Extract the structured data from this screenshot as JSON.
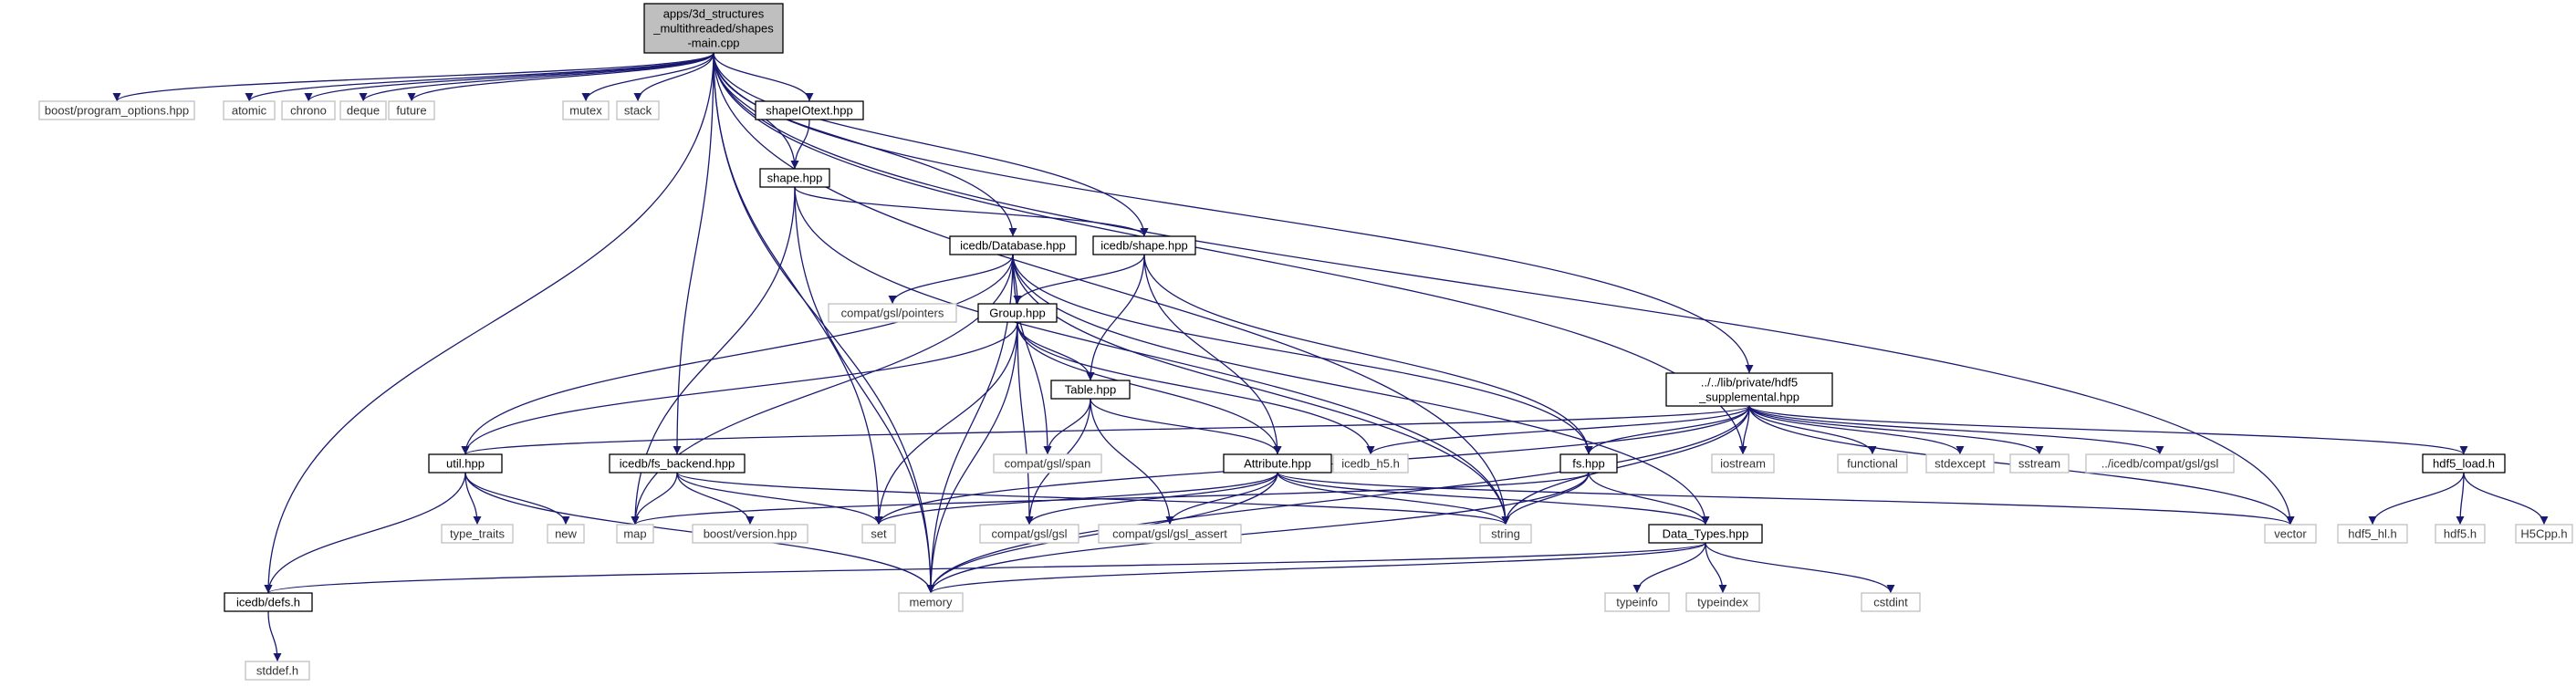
{
  "nodes": [
    {
      "id": "main",
      "lines": [
        "apps/3d_structures",
        "_multithreaded/shapes",
        "-main.cpp"
      ],
      "style": "root"
    },
    {
      "id": "defs",
      "lines": [
        "icedb/defs.h"
      ],
      "style": "local"
    },
    {
      "id": "boost_po",
      "lines": [
        "boost/program_options.hpp"
      ],
      "style": "system"
    },
    {
      "id": "atomic",
      "lines": [
        "atomic"
      ],
      "style": "system"
    },
    {
      "id": "chrono",
      "lines": [
        "chrono"
      ],
      "style": "system"
    },
    {
      "id": "deque",
      "lines": [
        "deque"
      ],
      "style": "system"
    },
    {
      "id": "future",
      "lines": [
        "future"
      ],
      "style": "system"
    },
    {
      "id": "mutex",
      "lines": [
        "mutex"
      ],
      "style": "system"
    },
    {
      "id": "stack",
      "lines": [
        "stack"
      ],
      "style": "system"
    },
    {
      "id": "shapeiotext",
      "lines": [
        "shapeIOtext.hpp"
      ],
      "style": "local"
    },
    {
      "id": "shape",
      "lines": [
        "shape.hpp"
      ],
      "style": "local"
    },
    {
      "id": "database",
      "lines": [
        "icedb/Database.hpp"
      ],
      "style": "local"
    },
    {
      "id": "icedbshape",
      "lines": [
        "icedb/shape.hpp"
      ],
      "style": "local"
    },
    {
      "id": "pointers",
      "lines": [
        "compat/gsl/pointers"
      ],
      "style": "system"
    },
    {
      "id": "group",
      "lines": [
        "Group.hpp"
      ],
      "style": "local"
    },
    {
      "id": "table",
      "lines": [
        "Table.hpp"
      ],
      "style": "local"
    },
    {
      "id": "span",
      "lines": [
        "compat/gsl/span"
      ],
      "style": "system"
    },
    {
      "id": "hdf5supp",
      "lines": [
        "../../lib/private/hdf5",
        "_supplemental.hpp"
      ],
      "style": "local"
    },
    {
      "id": "util",
      "lines": [
        "util.hpp"
      ],
      "style": "local"
    },
    {
      "id": "fsbackend",
      "lines": [
        "icedb/fs_backend.hpp"
      ],
      "style": "local"
    },
    {
      "id": "attribute",
      "lines": [
        "Attribute.hpp"
      ],
      "style": "local"
    },
    {
      "id": "icedbh5",
      "lines": [
        "icedb_h5.h"
      ],
      "style": "system"
    },
    {
      "id": "fs",
      "lines": [
        "fs.hpp"
      ],
      "style": "local"
    },
    {
      "id": "iostream",
      "lines": [
        "iostream"
      ],
      "style": "system"
    },
    {
      "id": "functional",
      "lines": [
        "functional"
      ],
      "style": "system"
    },
    {
      "id": "stdexcept",
      "lines": [
        "stdexcept"
      ],
      "style": "system"
    },
    {
      "id": "sstream",
      "lines": [
        "sstream"
      ],
      "style": "system"
    },
    {
      "id": "compatgslgsl2",
      "lines": [
        "../icedb/compat/gsl/gsl"
      ],
      "style": "system"
    },
    {
      "id": "hdf5load",
      "lines": [
        "hdf5_load.h"
      ],
      "style": "local"
    },
    {
      "id": "typetraits",
      "lines": [
        "type_traits"
      ],
      "style": "system"
    },
    {
      "id": "new",
      "lines": [
        "new"
      ],
      "style": "system"
    },
    {
      "id": "map",
      "lines": [
        "map"
      ],
      "style": "system"
    },
    {
      "id": "boostversion",
      "lines": [
        "boost/version.hpp"
      ],
      "style": "system"
    },
    {
      "id": "set",
      "lines": [
        "set"
      ],
      "style": "system"
    },
    {
      "id": "gslgsl",
      "lines": [
        "compat/gsl/gsl"
      ],
      "style": "system"
    },
    {
      "id": "gslassert",
      "lines": [
        "compat/gsl/gsl_assert"
      ],
      "style": "system"
    },
    {
      "id": "string",
      "lines": [
        "string"
      ],
      "style": "system"
    },
    {
      "id": "datatypes",
      "lines": [
        "Data_Types.hpp"
      ],
      "style": "local"
    },
    {
      "id": "vector",
      "lines": [
        "vector"
      ],
      "style": "system"
    },
    {
      "id": "hdf5hl",
      "lines": [
        "hdf5_hl.h"
      ],
      "style": "system"
    },
    {
      "id": "hdf5h",
      "lines": [
        "hdf5.h"
      ],
      "style": "system"
    },
    {
      "id": "h5cpp",
      "lines": [
        "H5Cpp.h"
      ],
      "style": "system"
    },
    {
      "id": "memory",
      "lines": [
        "memory"
      ],
      "style": "system"
    },
    {
      "id": "typeinfo",
      "lines": [
        "typeinfo"
      ],
      "style": "system"
    },
    {
      "id": "typeindex",
      "lines": [
        "typeindex"
      ],
      "style": "system"
    },
    {
      "id": "cstdint",
      "lines": [
        "cstdint"
      ],
      "style": "system"
    },
    {
      "id": "stddef",
      "lines": [
        "stddef.h"
      ],
      "style": "system"
    }
  ],
  "edges": [
    [
      "main",
      "defs"
    ],
    [
      "main",
      "boost_po"
    ],
    [
      "main",
      "atomic"
    ],
    [
      "main",
      "chrono"
    ],
    [
      "main",
      "deque"
    ],
    [
      "main",
      "future"
    ],
    [
      "main",
      "memory"
    ],
    [
      "main",
      "mutex"
    ],
    [
      "main",
      "fsbackend"
    ],
    [
      "main",
      "set"
    ],
    [
      "main",
      "stack"
    ],
    [
      "main",
      "shape"
    ],
    [
      "main",
      "shapeiotext"
    ],
    [
      "main",
      "database"
    ],
    [
      "main",
      "icedbshape"
    ],
    [
      "main",
      "iostream"
    ],
    [
      "main",
      "string"
    ],
    [
      "main",
      "hdf5supp"
    ],
    [
      "main",
      "vector"
    ],
    [
      "shapeiotext",
      "shape"
    ],
    [
      "shape",
      "icedbshape"
    ],
    [
      "shape",
      "map"
    ],
    [
      "shape",
      "memory"
    ],
    [
      "shape",
      "string"
    ],
    [
      "database",
      "util"
    ],
    [
      "database",
      "memory"
    ],
    [
      "database",
      "map"
    ],
    [
      "database",
      "pointers"
    ],
    [
      "database",
      "group"
    ],
    [
      "database",
      "span"
    ],
    [
      "database",
      "string"
    ],
    [
      "database",
      "fs"
    ],
    [
      "database",
      "datatypes"
    ],
    [
      "icedbshape",
      "group"
    ],
    [
      "icedbshape",
      "table"
    ],
    [
      "icedbshape",
      "attribute"
    ],
    [
      "icedbshape",
      "fs"
    ],
    [
      "group",
      "util"
    ],
    [
      "group",
      "set"
    ],
    [
      "group",
      "table"
    ],
    [
      "group",
      "attribute"
    ],
    [
      "group",
      "gslgsl"
    ],
    [
      "group",
      "memory"
    ],
    [
      "group",
      "icedbh5"
    ],
    [
      "table",
      "span"
    ],
    [
      "table",
      "attribute"
    ],
    [
      "table",
      "gslgsl"
    ],
    [
      "table",
      "gslassert"
    ],
    [
      "hdf5supp",
      "util"
    ],
    [
      "hdf5supp",
      "set"
    ],
    [
      "hdf5supp",
      "icedbh5"
    ],
    [
      "hdf5supp",
      "fs"
    ],
    [
      "hdf5supp",
      "iostream"
    ],
    [
      "hdf5supp",
      "string"
    ],
    [
      "hdf5supp",
      "memory"
    ],
    [
      "hdf5supp",
      "functional"
    ],
    [
      "hdf5supp",
      "stdexcept"
    ],
    [
      "hdf5supp",
      "sstream"
    ],
    [
      "hdf5supp",
      "compatgslgsl2"
    ],
    [
      "hdf5supp",
      "vector"
    ],
    [
      "hdf5supp",
      "hdf5load"
    ],
    [
      "util",
      "typetraits"
    ],
    [
      "util",
      "new"
    ],
    [
      "util",
      "defs"
    ],
    [
      "util",
      "memory"
    ],
    [
      "fsbackend",
      "map"
    ],
    [
      "fsbackend",
      "boostversion"
    ],
    [
      "fsbackend",
      "set"
    ],
    [
      "fsbackend",
      "string"
    ],
    [
      "attribute",
      "set"
    ],
    [
      "attribute",
      "gslgsl"
    ],
    [
      "attribute",
      "gslassert"
    ],
    [
      "attribute",
      "string"
    ],
    [
      "attribute",
      "memory"
    ],
    [
      "attribute",
      "datatypes"
    ],
    [
      "attribute",
      "vector"
    ],
    [
      "fs",
      "map"
    ],
    [
      "fs",
      "string"
    ],
    [
      "fs",
      "memory"
    ],
    [
      "fs",
      "datatypes"
    ],
    [
      "datatypes",
      "defs"
    ],
    [
      "datatypes",
      "memory"
    ],
    [
      "datatypes",
      "typeinfo"
    ],
    [
      "datatypes",
      "typeindex"
    ],
    [
      "datatypes",
      "cstdint"
    ],
    [
      "hdf5load",
      "hdf5hl"
    ],
    [
      "hdf5load",
      "hdf5h"
    ],
    [
      "hdf5load",
      "h5cpp"
    ],
    [
      "defs",
      "stddef"
    ]
  ],
  "colors": {
    "edge": "#191970",
    "local_border": "#000000",
    "system_border": "#bfbfbf",
    "root_fill": "#bfbfbf",
    "root_border": "#000000",
    "node_fill": "#ffffff"
  }
}
